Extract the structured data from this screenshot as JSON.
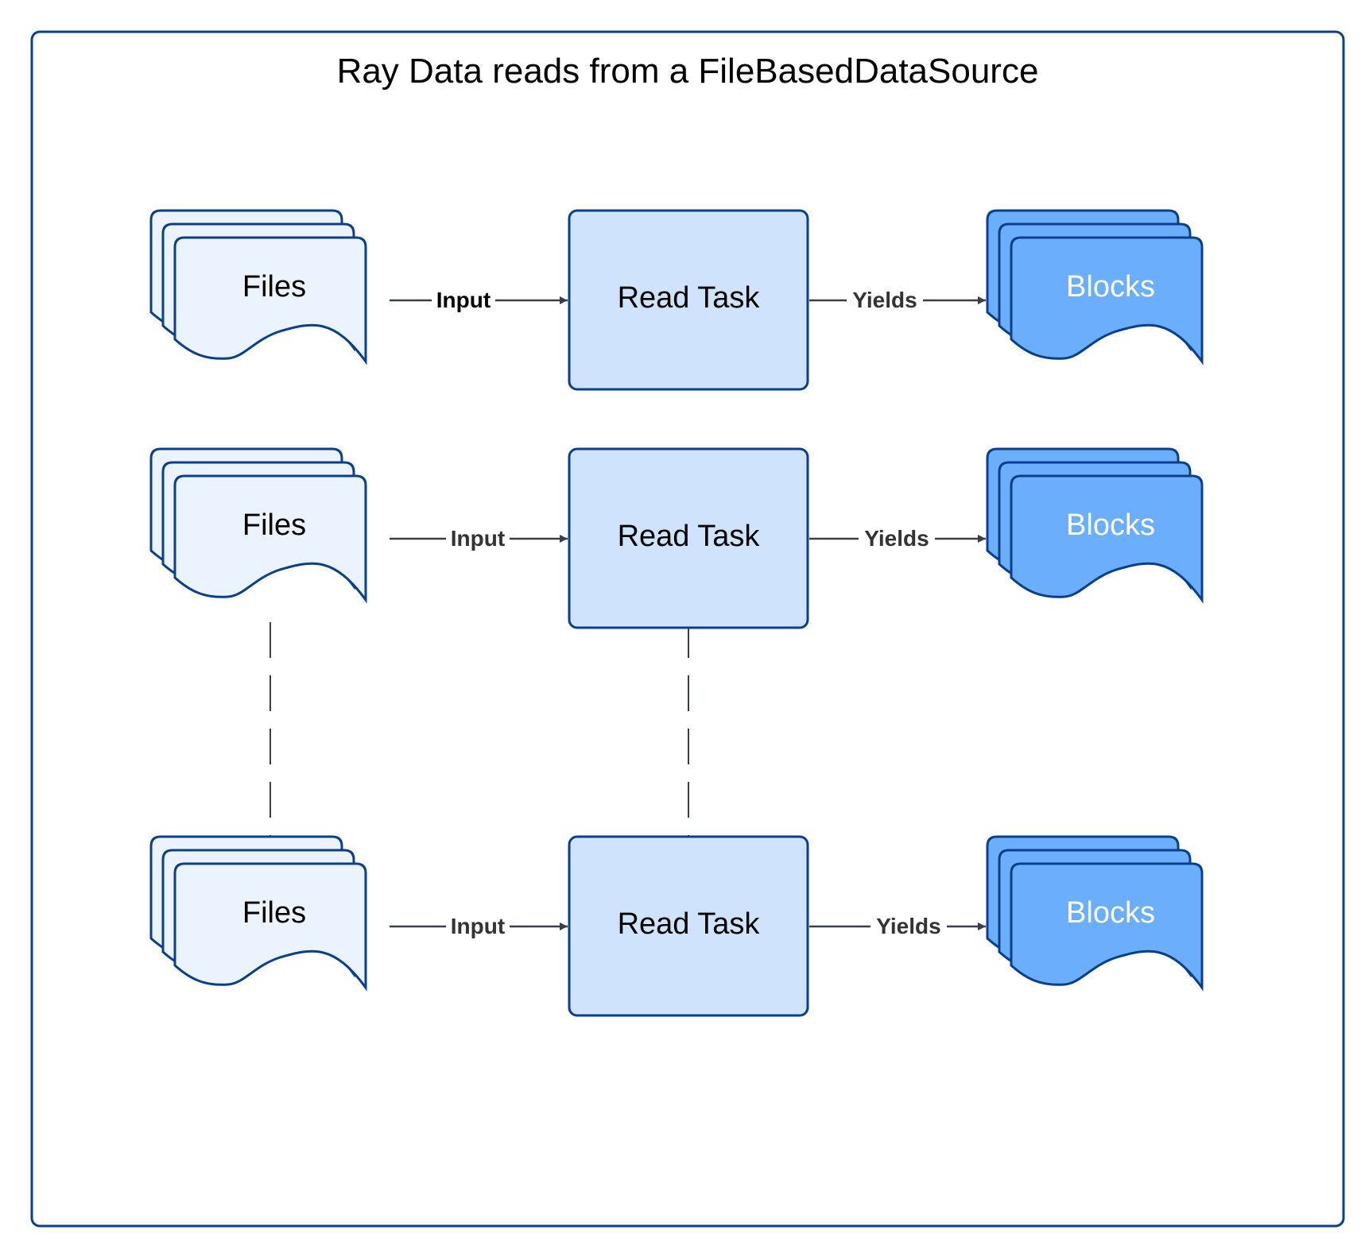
{
  "diagram": {
    "title": "Ray Data reads from a FileBasedDataSource",
    "rows": [
      {
        "source": "Files",
        "task": "Read Task",
        "output": "Blocks",
        "input_label": "Input",
        "yield_label": "Yields"
      },
      {
        "source": "Files",
        "task": "Read Task",
        "output": "Blocks",
        "input_label": "Input",
        "yield_label": "Yields"
      },
      {
        "source": "Files",
        "task": "Read Task",
        "output": "Blocks",
        "input_label": "Input",
        "yield_label": "Yields"
      }
    ],
    "ellipsis_connectors": [
      "files-column",
      "read-task-column"
    ],
    "colors": {
      "frame_stroke": "#0b3f8a",
      "shape_stroke": "#0b3f8a",
      "files_fill": "#ebf4fe",
      "task_fill": "#cfe4fc",
      "blocks_fill": "#6aaefc",
      "arrow": "#3a3f47",
      "label_text": "#333333",
      "title_text": "#000000",
      "blocks_text": "#ffffff"
    }
  }
}
